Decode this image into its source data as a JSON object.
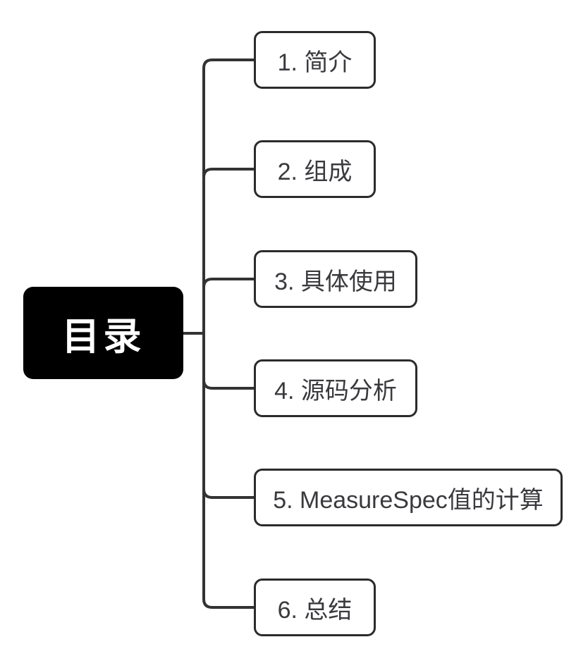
{
  "diagram": {
    "type": "mindmap",
    "root": {
      "label": "目录"
    },
    "branches": [
      {
        "id": 1,
        "label": "1. 简介"
      },
      {
        "id": 2,
        "label": "2. 组成"
      },
      {
        "id": 3,
        "label": "3. 具体使用"
      },
      {
        "id": 4,
        "label": "4. 源码分析"
      },
      {
        "id": 5,
        "label": "5. MeasureSpec值的计算"
      },
      {
        "id": 6,
        "label": "6. 总结"
      }
    ],
    "colors": {
      "background": "#ffffff",
      "root_fill": "#000000",
      "root_text": "#ffffff",
      "node_fill": "#ffffff",
      "node_border": "#2b2b2b",
      "node_text": "#3a3a3e",
      "connector": "#333333"
    }
  }
}
